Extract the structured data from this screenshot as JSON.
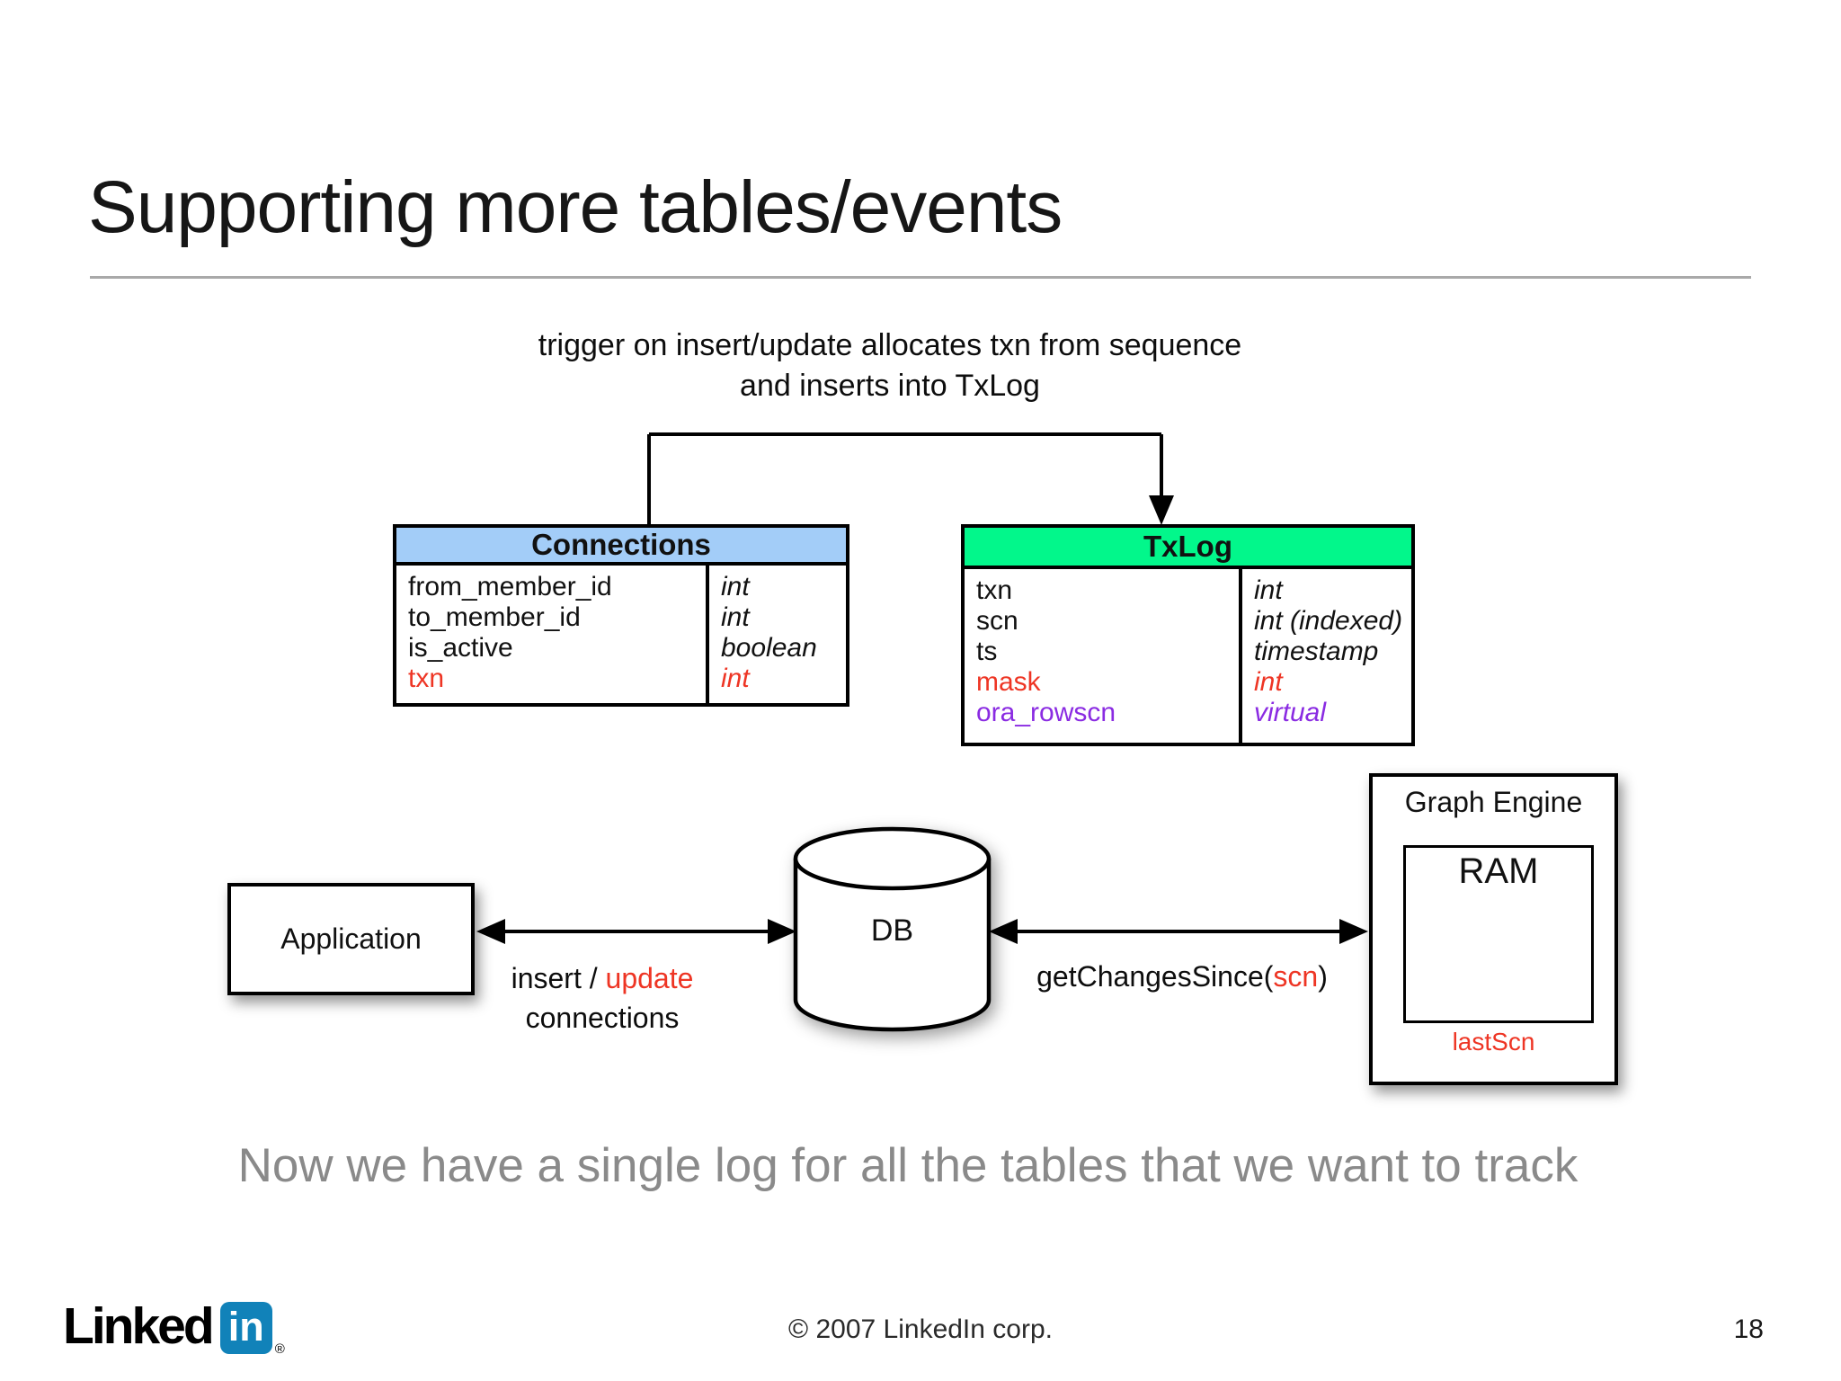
{
  "slide": {
    "title": "Supporting more tables/events",
    "message": "Now we have a single log for all the tables that we want to track",
    "footer_copyright": "© 2007 LinkedIn corp.",
    "page_number": "18"
  },
  "annotation": {
    "line1": "trigger on insert/update allocates txn from sequence",
    "line2": "and inserts into TxLog"
  },
  "tables": {
    "connections": {
      "title": "Connections",
      "header_color": "#a3cdf8",
      "fields": [
        {
          "name": "from_member_id",
          "type": "int",
          "color": "black"
        },
        {
          "name": "to_member_id",
          "type": "int",
          "color": "black"
        },
        {
          "name": "is_active",
          "type": "boolean",
          "color": "black"
        },
        {
          "name": "txn",
          "type": "int",
          "color": "red"
        }
      ]
    },
    "txlog": {
      "title": "TxLog",
      "header_color": "#02f78b",
      "fields": [
        {
          "name": "txn",
          "type": "int",
          "color": "black"
        },
        {
          "name": "scn",
          "type": "int (indexed)",
          "color": "black"
        },
        {
          "name": "ts",
          "type": "timestamp",
          "color": "black"
        },
        {
          "name": "mask",
          "type": "int",
          "color": "red"
        },
        {
          "name": "ora_rowscn",
          "type": "virtual",
          "color": "purple"
        }
      ]
    }
  },
  "diagram": {
    "application_label": "Application",
    "db_label": "DB",
    "graph_engine_label": "Graph Engine",
    "ram_label": "RAM",
    "last_scn_label": "lastScn",
    "insert_edge": {
      "black": "insert / ",
      "red": "update",
      "line2": "connections"
    },
    "get_changes_edge": {
      "prefix": "getChangesSince(",
      "red": "scn",
      "suffix": ")"
    }
  },
  "logo": {
    "linked": "Linked",
    "in": "in",
    "registered": "®"
  },
  "colors": {
    "accent_red": "#ee3524",
    "accent_purple": "#8a2be2",
    "header_blue": "#a3cdf8",
    "header_green": "#02f78b",
    "linkedin_blue": "#1182b9",
    "message_gray": "#8a8a8a"
  }
}
